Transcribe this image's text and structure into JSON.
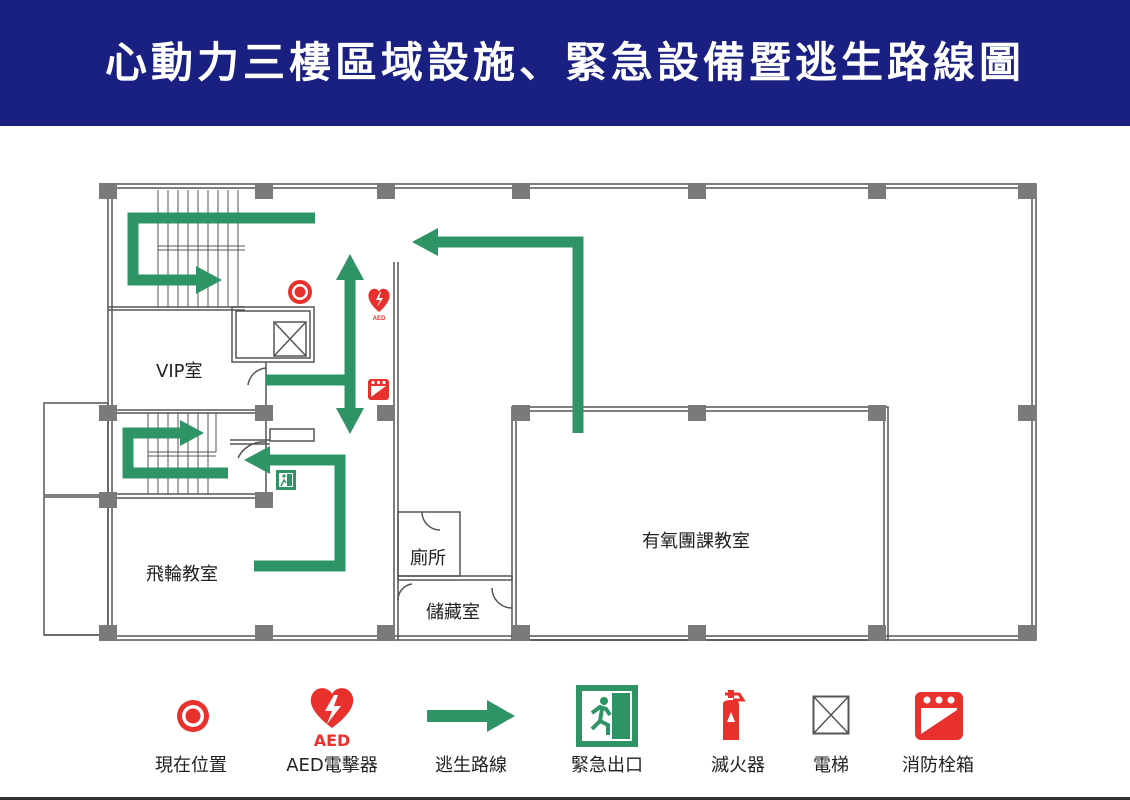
{
  "header": {
    "title": "心動力三樓區域設施、緊急設備暨逃生路線圖",
    "background_color": "#1a2081"
  },
  "rooms": {
    "vip": "VIP室",
    "spin": "飛輪教室",
    "toilet": "廁所",
    "storage": "儲藏室",
    "aerobics": "有氧團課教室"
  },
  "legend": {
    "current_location": "現在位置",
    "aed_mark": "AED",
    "aed": "AED電擊器",
    "escape_route": "逃生路線",
    "emergency_exit": "緊急出口",
    "extinguisher": "滅火器",
    "elevator": "電梯",
    "hydrant": "消防栓箱"
  },
  "colors": {
    "route_green": "#2e9465",
    "danger_red": "#e8312d",
    "wall_gray": "#555555",
    "pillar_gray": "#7a7a7a"
  },
  "icons": [
    "current-location-icon",
    "aed-icon",
    "escape-arrow-icon",
    "emergency-exit-icon",
    "fire-extinguisher-icon",
    "elevator-icon",
    "fire-hydrant-icon"
  ]
}
